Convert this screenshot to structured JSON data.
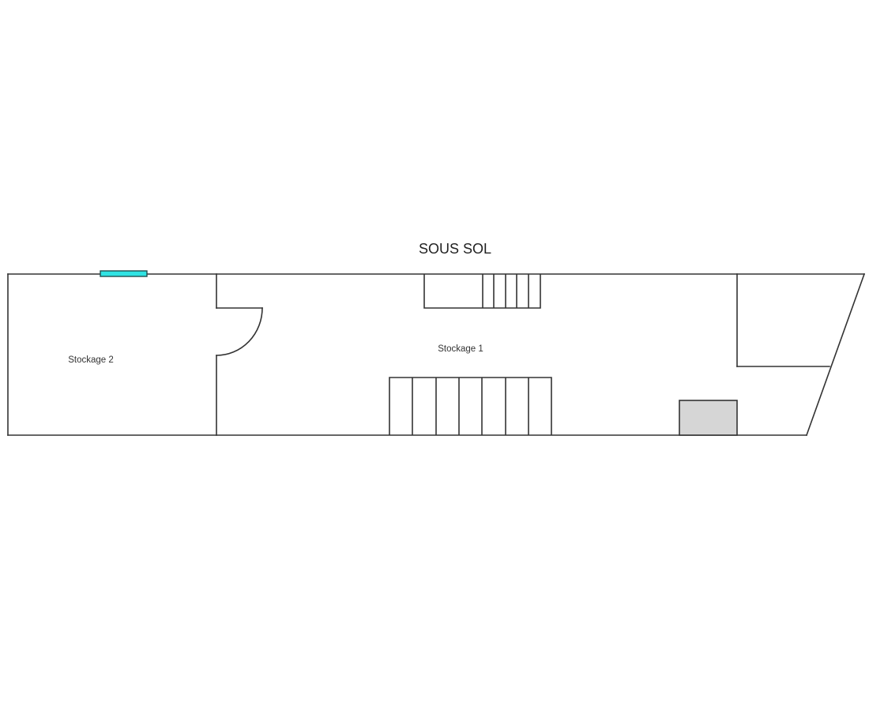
{
  "plan": {
    "title": "SOUS SOL",
    "rooms": [
      {
        "id": "stockage-2",
        "label": "Stockage 2"
      },
      {
        "id": "stockage-1",
        "label": "Stockage 1"
      }
    ],
    "colors": {
      "wall": "#333333",
      "window_fill": "#2fe3e3",
      "fixture_fill": "#d6d6d6",
      "background": "#ffffff"
    },
    "elements": {
      "window": "window-cyan",
      "door": "swing-door",
      "stairs_top": "staircase-6-steps",
      "stairs_bottom": "staircase-7-steps",
      "fixture": "gray-box"
    }
  }
}
